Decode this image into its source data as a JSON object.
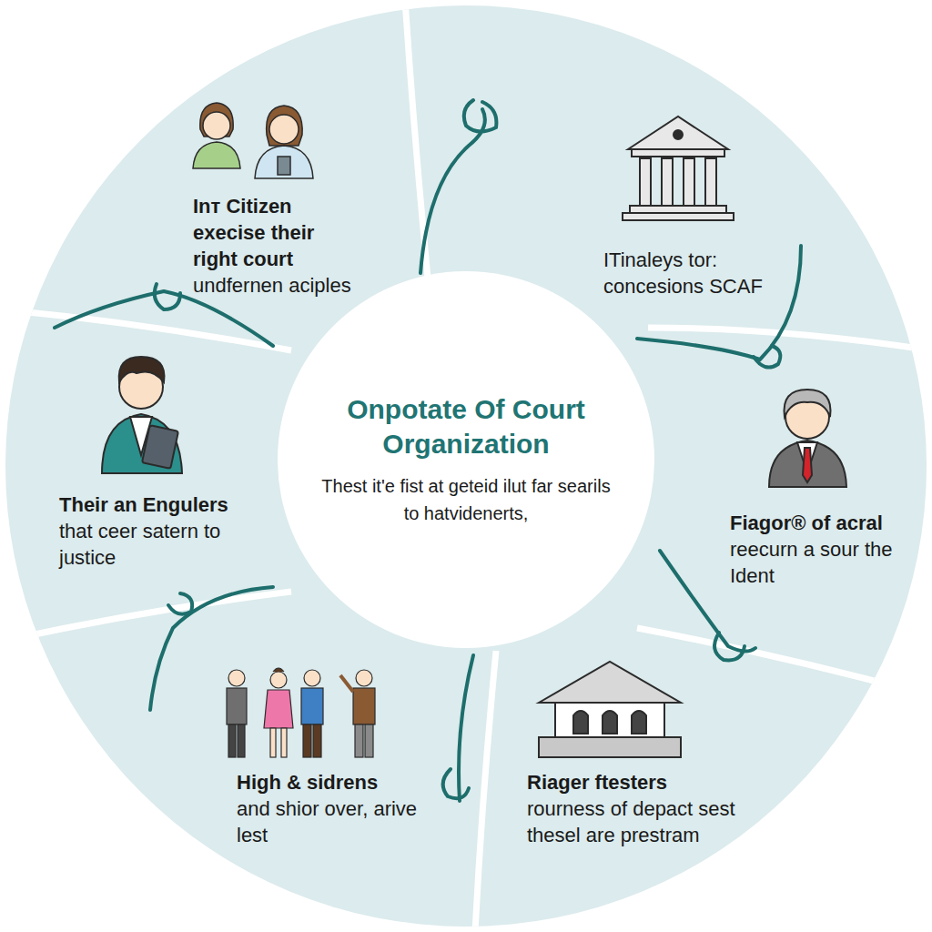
{
  "diagram": {
    "nodes": [
      {
        "text": [
          "Onpotate Of Court Organization",
          "Thest it'e fist at geteid ilut far searils to hatvidenerts,"
        ]
      },
      {
        "text": [
          "Inт Citizen execise their right court",
          "undfernen aciples"
        ]
      },
      {
        "text": [
          "ITinaleys tor:",
          "concesions SCAF"
        ]
      },
      {
        "text": [
          "Their an Engulers",
          "that ceer satern to justice"
        ]
      },
      {
        "text": [
          "Fiagor® of acral",
          "reecurn a sour the Ident"
        ]
      },
      {
        "text": [
          "High & sidrens",
          "and shior over, arive lest"
        ]
      },
      {
        "text": [
          "Riager ftesters",
          "rourness of depact sest thesel are prestram"
        ]
      }
    ]
  }
}
